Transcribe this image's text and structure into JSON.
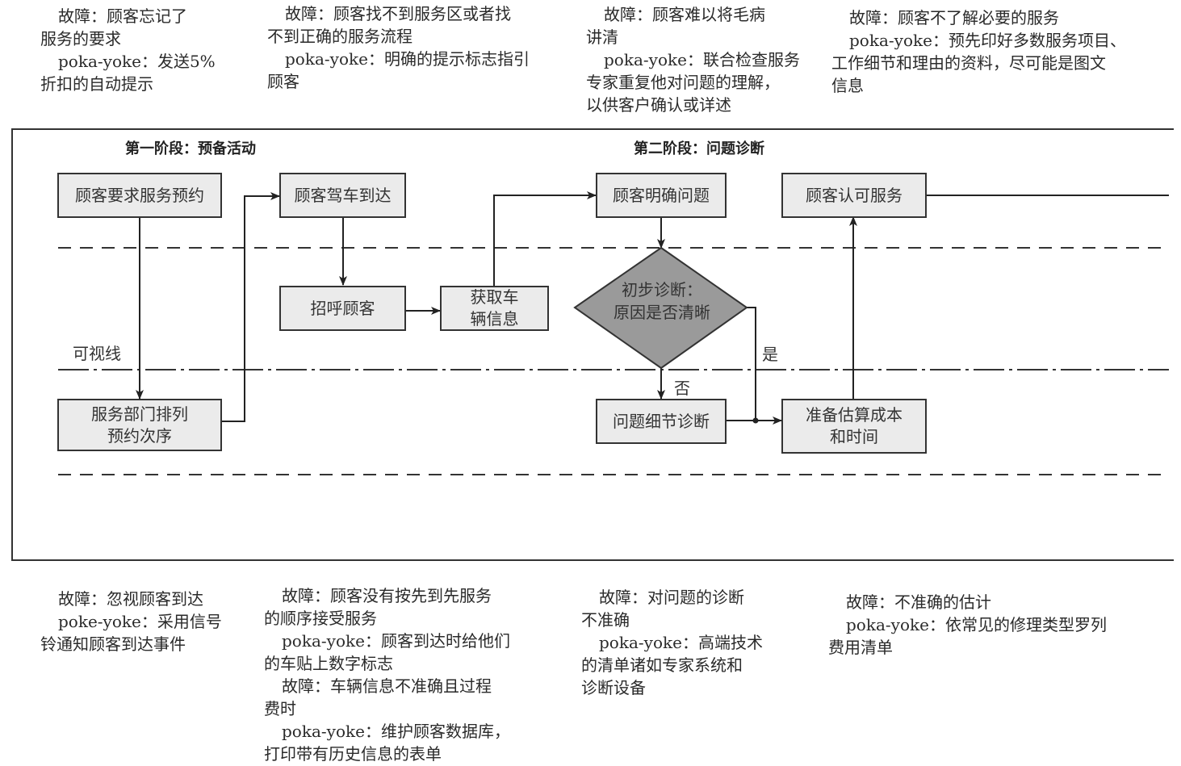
{
  "top_notes": [
    {
      "id": "note-top-1",
      "lines": [
        "故障：顾客忘记了",
        "服务的要求",
        "poka-yoke：发送5%",
        "折扣的自动提示"
      ]
    },
    {
      "id": "note-top-2",
      "lines": [
        "故障：顾客找不到服务区或者找",
        "不到正确的服务流程",
        "poka-yoke：明确的提示标志指引",
        "顾客"
      ]
    },
    {
      "id": "note-top-3",
      "lines": [
        "故障：顾客难以将毛病",
        "讲清",
        "poka-yoke：联合检查服务",
        "专家重复他对问题的理解，",
        "以供客户确认或详述"
      ]
    },
    {
      "id": "note-top-4",
      "lines": [
        "故障：顾客不了解必要的服务",
        "poka-yoke：预先印好多数服务项目、",
        "工作细节和理由的资料，尽可能是图文",
        "信息"
      ]
    }
  ],
  "bottom_notes": [
    {
      "id": "note-bottom-1",
      "lines": [
        "故障：忽视顾客到达",
        "poke-yoke：采用信号",
        "铃通知顾客到达事件"
      ]
    },
    {
      "id": "note-bottom-2",
      "lines": [
        "故障：顾客没有按先到先服务",
        "的顺序接受服务",
        "poka-yoke：顾客到达时给他们",
        "的车贴上数字标志",
        "故障：车辆信息不准确且过程",
        "费时",
        "poka-yoke：维护顾客数据库，",
        "打印带有历史信息的表单"
      ]
    },
    {
      "id": "note-bottom-3",
      "lines": [
        "故障：对问题的诊断",
        "不准确",
        "poka-yoke：高端技术",
        "的清单诸如专家系统和",
        "诊断设备"
      ]
    },
    {
      "id": "note-bottom-4",
      "lines": [
        "故障：不准确的估计",
        "poka-yoke：依常见的修理类型罗列",
        "费用清单"
      ]
    }
  ],
  "phases": {
    "phase1": "第一阶段：预备活动",
    "phase2": "第二阶段：问题诊断"
  },
  "lines": {
    "visibility_line": "可视线"
  },
  "nodes": {
    "request_appointment": "顾客要求服务预约",
    "drive_arrive": "顾客驾车到达",
    "greet_customer": "招呼顾客",
    "get_vehicle_info": "获取车\n辆信息",
    "schedule_appointment": "服务部门排列\n预约次序",
    "specify_problem": "顾客明确问题",
    "initial_diagnosis": "初步诊断：\n原因是否清晰",
    "detail_diagnosis": "问题细节诊断",
    "prepare_estimate": "准备估算成本\n和时间",
    "approve_service": "顾客认可服务"
  },
  "edge_labels": {
    "yes": "是",
    "no": "否"
  },
  "colors": {
    "box_fill": "#ebebeb",
    "diamond_fill": "#9a9a9a",
    "stroke": "#333333"
  }
}
